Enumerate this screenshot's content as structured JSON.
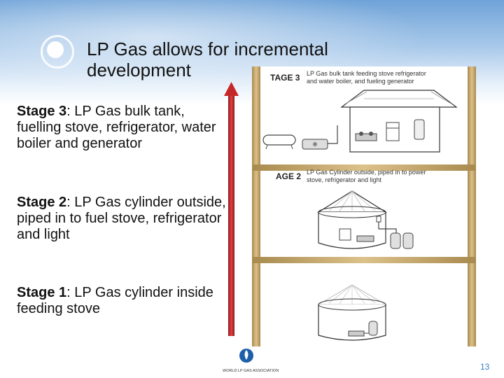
{
  "slide": {
    "title_line1": "LP Gas allows for incremental",
    "title_line2": "development",
    "page_number": "13"
  },
  "stages": [
    {
      "label": "Stage 3",
      "text": ": LP Gas bulk tank, fuelling stove, refrigerator, water boiler and generator"
    },
    {
      "label": "Stage 2",
      "text": ": LP Gas cylinder outside, piped in to fuel stove, refrigerator and light"
    },
    {
      "label": "Stage 1",
      "text": ": LP Gas cylinder inside feeding stove"
    }
  ],
  "illustration": {
    "stage3_tag": "TAGE 3",
    "stage3_caption_line1": "LP Gas bulk tank feeding stove refrigerator",
    "stage3_caption_line2": "and water boiler, and fueling generator",
    "stage2_tag": "AGE 2",
    "stage2_caption_line1": "LP Gas Cylinder outside, piped in to power",
    "stage2_caption_line2": "stove, refrigerator and light"
  },
  "logo": {
    "name": "WORLD LP GAS ASSOCIATION"
  },
  "colors": {
    "arrow": "#c62828",
    "post": "#c8a86a",
    "page_number": "#3a7fc1",
    "header_blue": "#6fa3d8"
  }
}
